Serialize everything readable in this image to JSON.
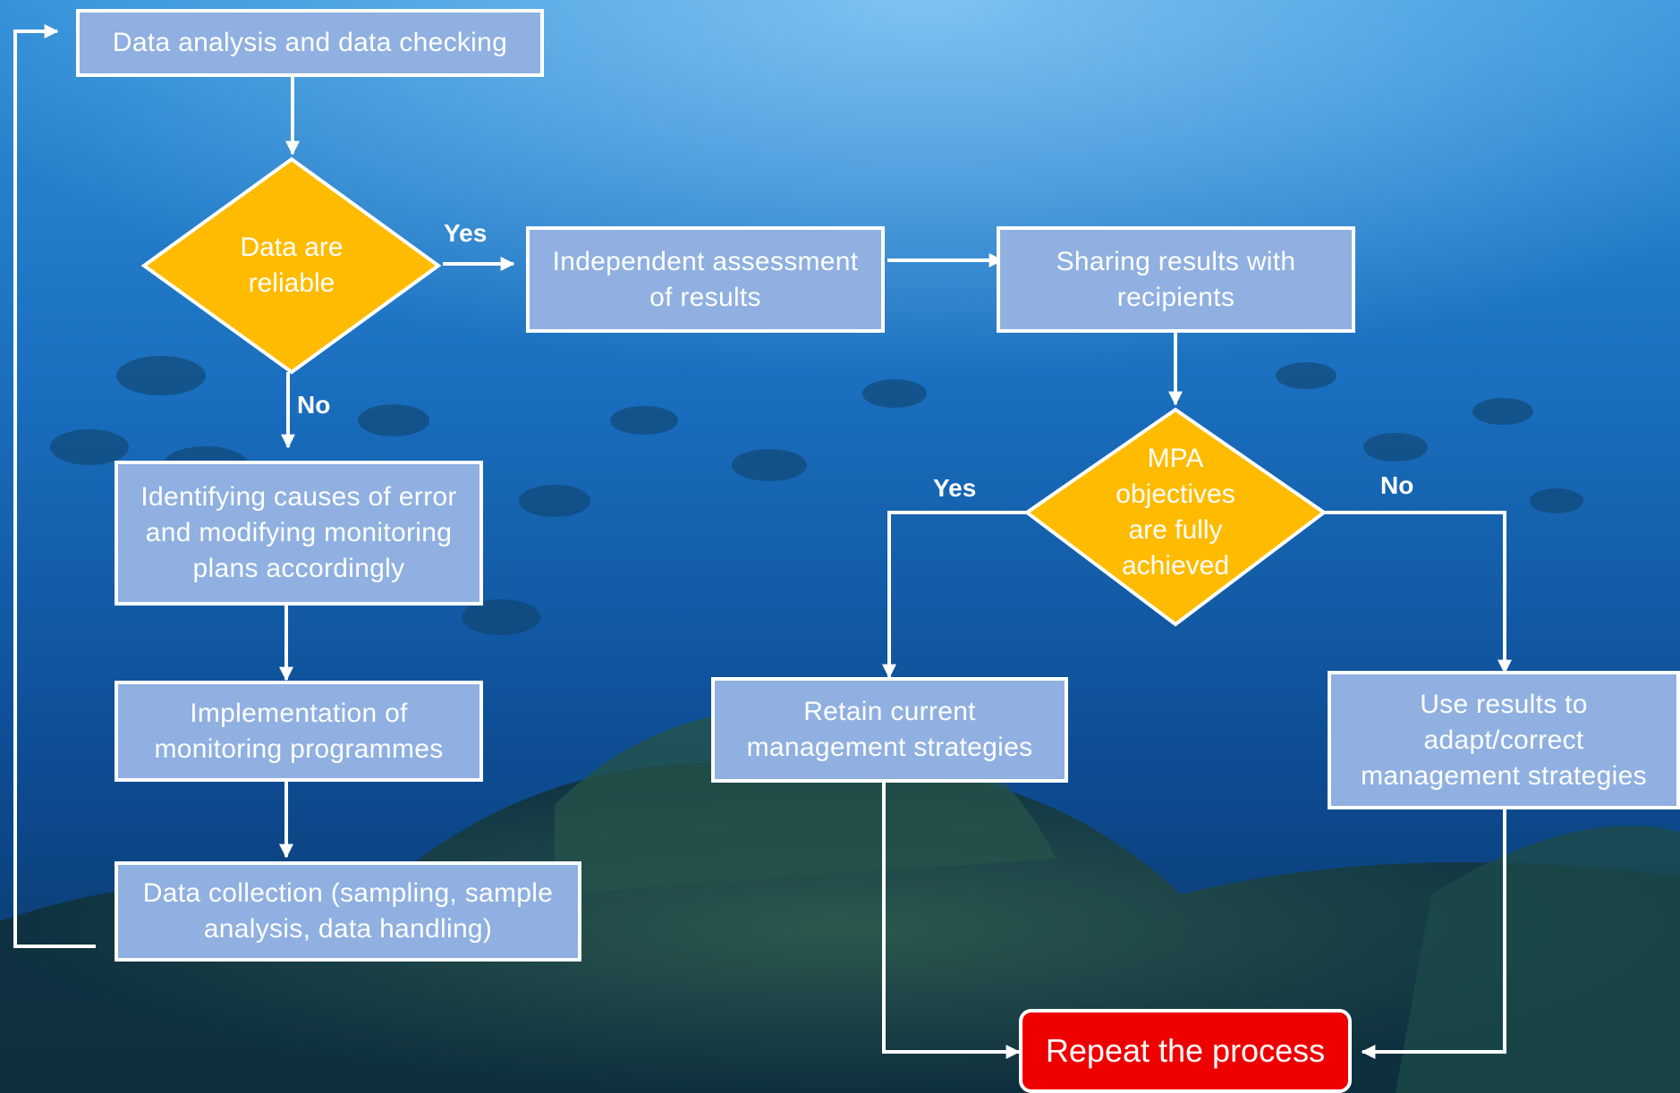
{
  "colors": {
    "box_fill": "#8fb0e0",
    "decision_fill": "#ffbb00",
    "repeat_fill": "#ee0000",
    "line": "#ffffff"
  },
  "boxes": {
    "data_analysis": "Data analysis and data checking",
    "independent_assessment": "Independent assessment\nof results",
    "sharing_results": "Sharing results with\nrecipients",
    "identifying_causes": "Identifying causes of error\nand modifying monitoring\nplans accordingly",
    "implementation": "Implementation of\nmonitoring programmes",
    "data_collection": "Data collection (sampling, sample\nanalysis, data handling)",
    "retain": "Retain current\nmanagement strategies",
    "use_results": "Use results to\nadapt/correct\nmanagement strategies",
    "repeat": "Repeat the process"
  },
  "decisions": {
    "reliable": "Data are\nreliable",
    "mpa": "MPA\nobjectives\nare fully\nachieved"
  },
  "labels": {
    "reliable_yes": "Yes",
    "reliable_no": "No",
    "mpa_yes": "Yes",
    "mpa_no": "No"
  }
}
